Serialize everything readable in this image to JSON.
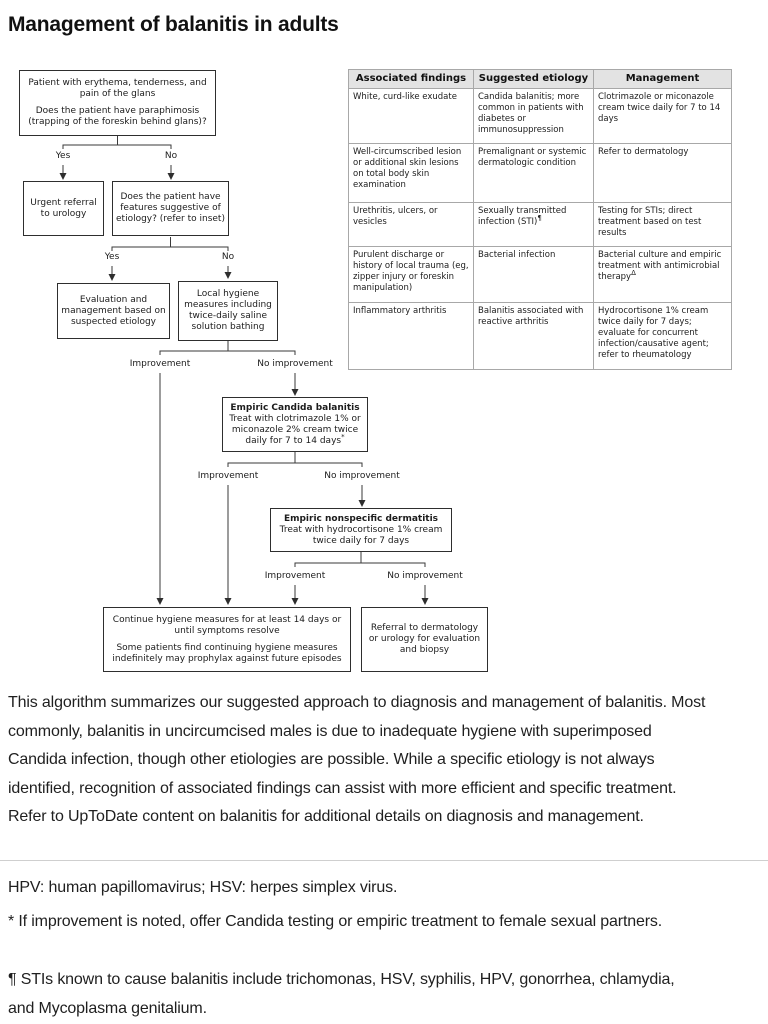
{
  "title": "Management of balanitis in adults",
  "colors": {
    "text": "#212121",
    "flow_line": "#3a3a3a",
    "table_border": "#a8a8a8",
    "table_header_bg": "#e3e3e3",
    "divider": "#cfcfcf"
  },
  "flowchart": {
    "start_box": {
      "p1": "Patient with erythema, tenderness, and pain of the glans",
      "p2": "Does the patient have paraphimosis (trapping of the foreskin behind glans)?"
    },
    "urgent_box": "Urgent referral to urology",
    "features_box": "Does the patient have features suggestive of etiology? (refer to inset)",
    "evaluation_box": "Evaluation and management based on suspected etiology",
    "hygiene_box": "Local hygiene measures including twice-daily saline solution bathing",
    "candida_box": {
      "title": "Empiric Candida balanitis",
      "body": "Treat with clotrimazole 1% or miconazole 2% cream twice daily for 7 to 14 days",
      "sup": "*"
    },
    "dermatitis_box": {
      "title": "Empiric nonspecific dermatitis",
      "body": "Treat with hydrocortisone 1% cream twice daily for 7 days"
    },
    "continue_box": {
      "p1": "Continue hygiene measures for at least 14 days or until symptoms resolve",
      "p2": "Some patients find continuing hygiene measures indefinitely may prophylax against future episodes"
    },
    "referral_box": "Referral to dermatology or urology for evaluation and biopsy",
    "labels": {
      "yes": "Yes",
      "no": "No",
      "improvement": "Improvement",
      "no_improvement": "No improvement"
    }
  },
  "table": {
    "headers": [
      "Associated findings",
      "Suggested etiology",
      "Management"
    ],
    "rows": [
      {
        "findings": "White, curd-like exudate",
        "etiology": "Candida balanitis; more common in patients with diabetes or immunosuppression",
        "management": "Clotrimazole or miconazole cream twice daily for 7 to 14 days"
      },
      {
        "findings": "Well-circumscribed lesion or additional skin lesions on total body skin examination",
        "etiology": "Premalignant or systemic dermatologic condition",
        "management": "Refer to dermatology"
      },
      {
        "findings": "Urethritis, ulcers, or vesicles",
        "etiology": "Sexually transmitted infection (STI)",
        "etiology_sup": "¶",
        "management": "Testing for STIs; direct treatment based on test results"
      },
      {
        "findings": "Purulent discharge or history of local trauma (eg, zipper injury or foreskin manipulation)",
        "etiology": "Bacterial infection",
        "management": "Bacterial culture and empiric treatment with antimicrobial therapy",
        "management_sup": "Δ"
      },
      {
        "findings": "Inflammatory arthritis",
        "etiology": "Balanitis associated with reactive arthritis",
        "management": "Hydrocortisone 1% cream twice daily for 7 days; evaluate for concurrent infection/causative agent; refer to rheumatology"
      }
    ]
  },
  "description": "This algorithm summarizes our suggested approach to diagnosis and management of balanitis. Most commonly, balanitis in uncircumcised males is due to inadequate hygiene with superimposed Candida infection, though other etiologies are possible. While a specific etiology is not always identified, recognition of associated findings can assist with more efficient and specific treatment. Refer to UpToDate content on balanitis for additional details on diagnosis and management.",
  "footnotes": {
    "abbreviations": "HPV: human papillomavirus; HSV: herpes simplex virus.",
    "asterisk": "* If improvement is noted, offer Candida testing or empiric treatment to female sexual partners.",
    "pilcrow": "¶ STIs known to cause balanitis include trichomonas, HSV, syphilis, HPV, gonorrhea, chlamydia, and Mycoplasma genitalium."
  }
}
